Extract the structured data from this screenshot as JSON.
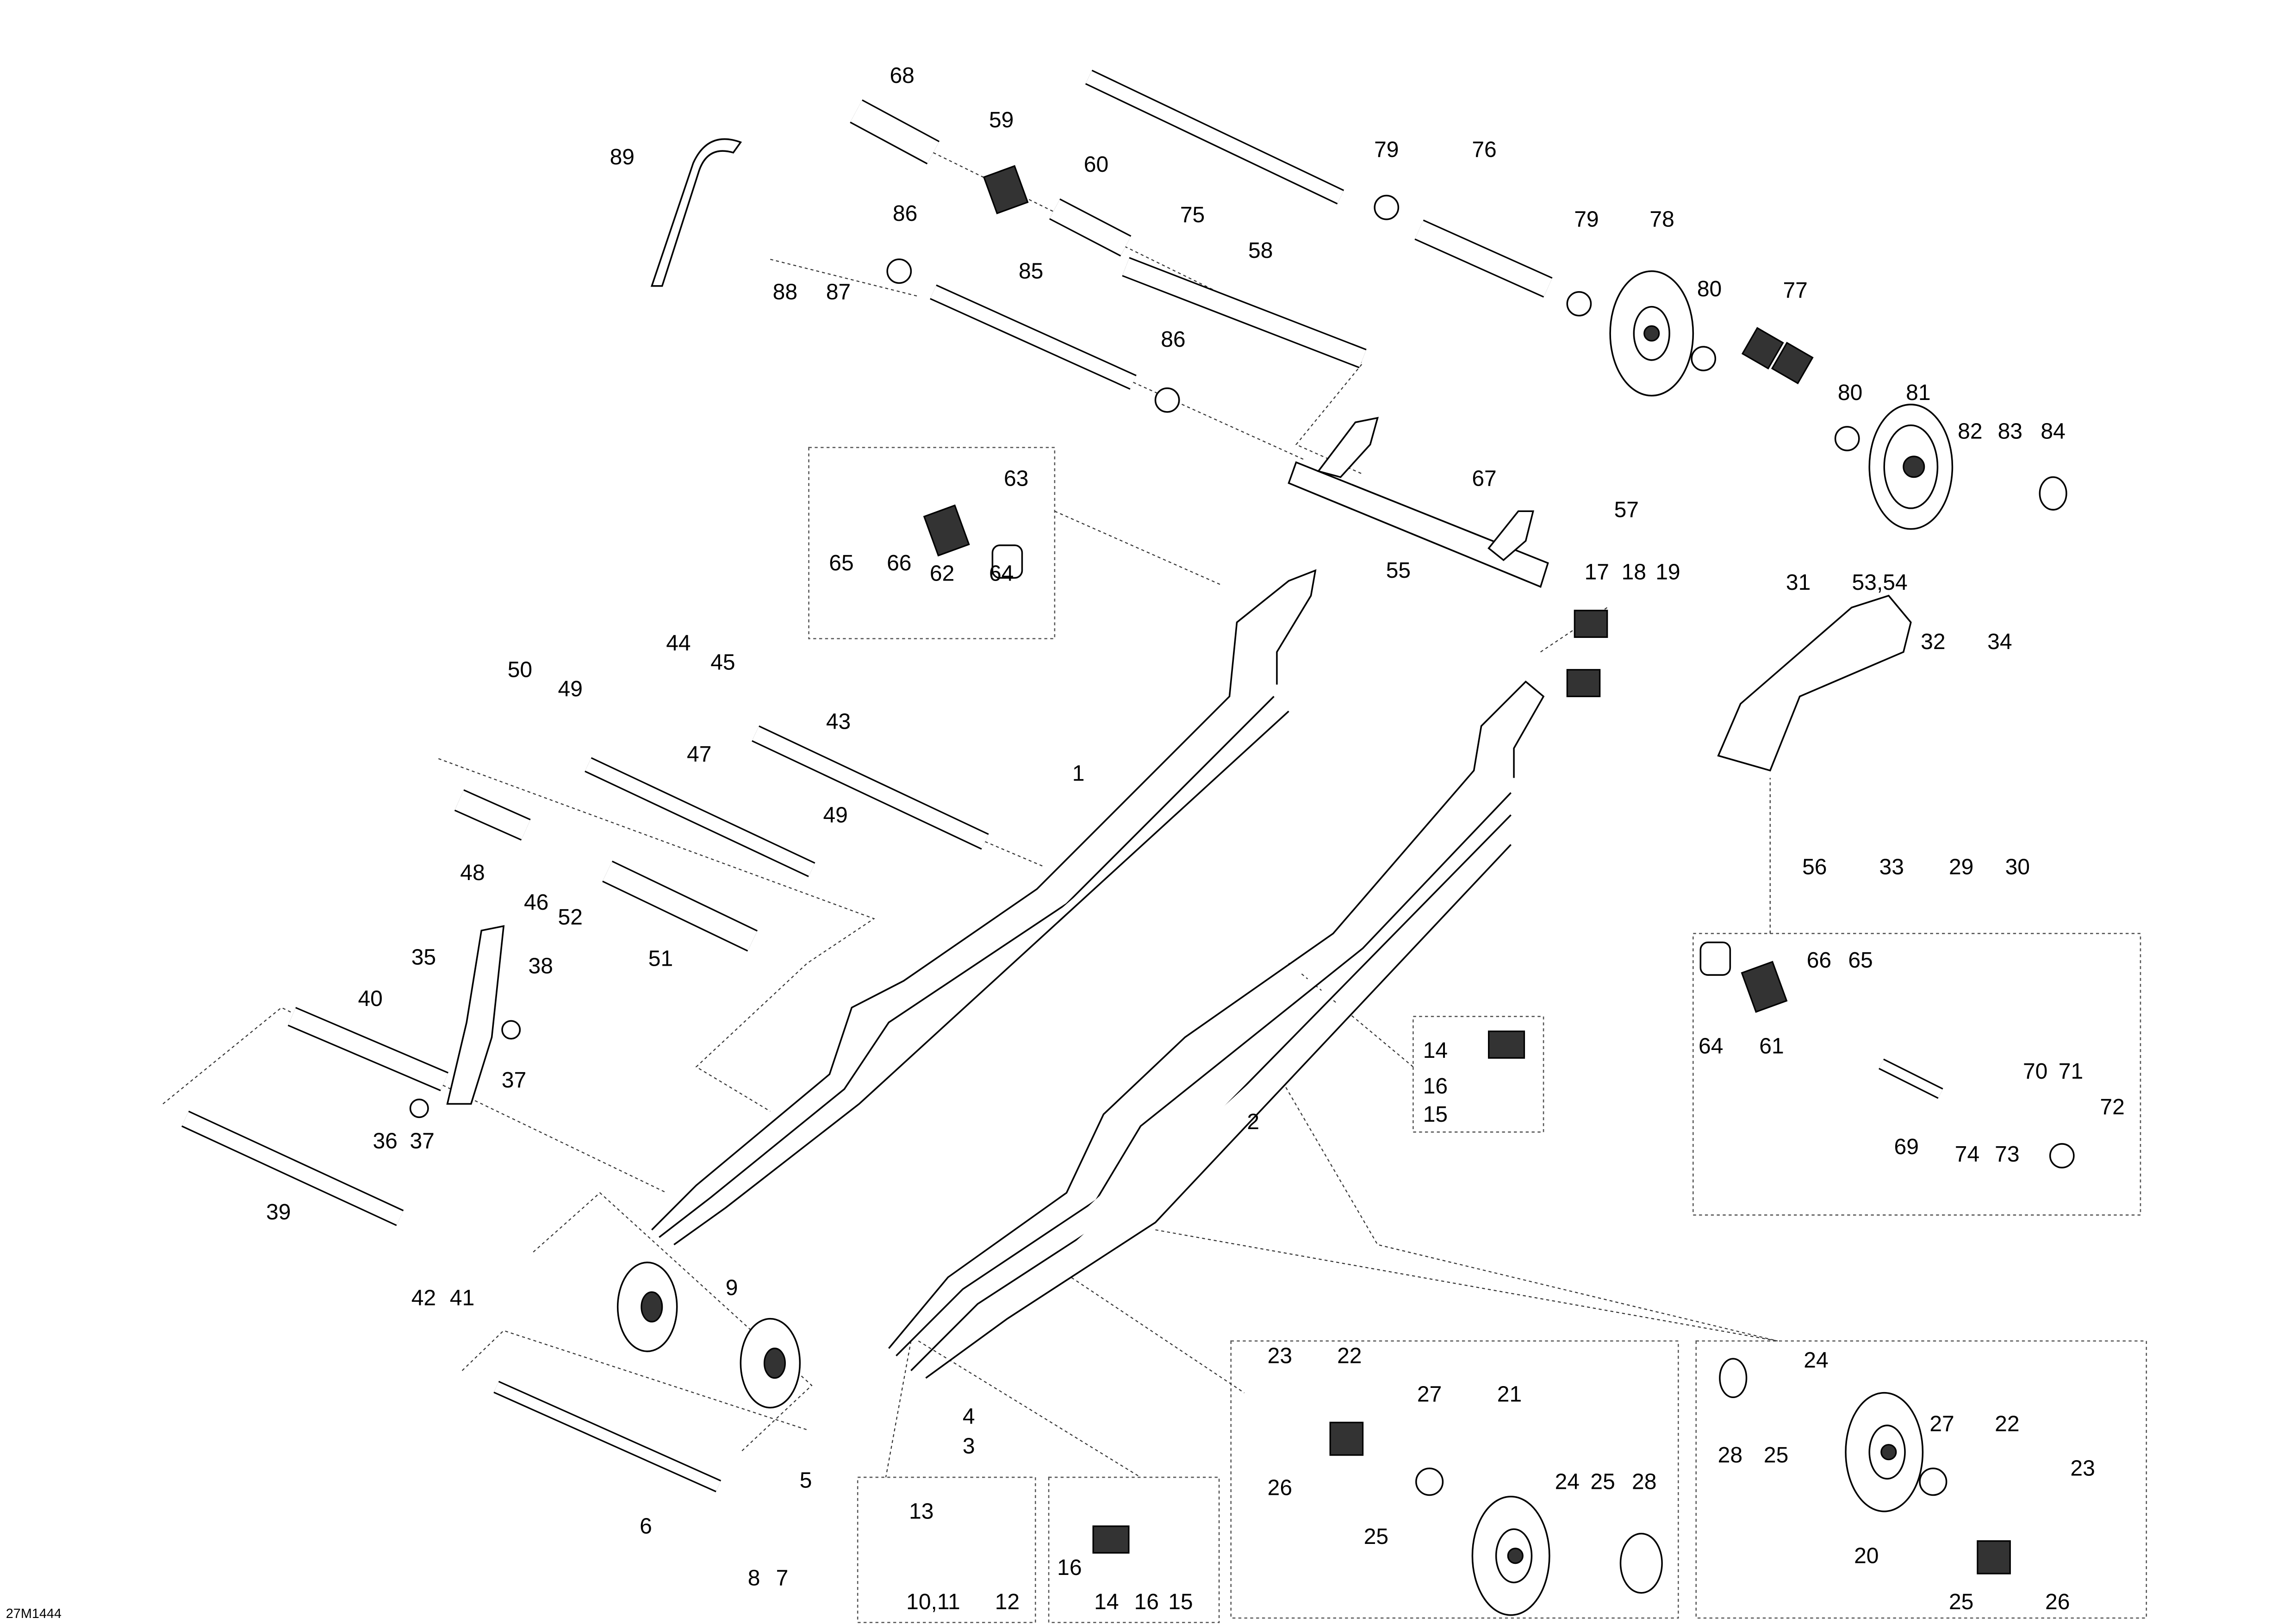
{
  "drawing_code": "27M1444",
  "callouts": [
    "68",
    "59",
    "60",
    "75",
    "79",
    "76",
    "79",
    "78",
    "89",
    "88",
    "87",
    "86",
    "85",
    "58",
    "86",
    "80",
    "77",
    "80",
    "81",
    "82",
    "83",
    "84",
    "63",
    "67",
    "57",
    "65",
    "66",
    "62",
    "64",
    "55",
    "17",
    "18",
    "19",
    "31",
    "53,54",
    "32",
    "34",
    "44",
    "45",
    "50",
    "49",
    "43",
    "1",
    "47",
    "56",
    "33",
    "29",
    "30",
    "49",
    "48",
    "46",
    "52",
    "51",
    "35",
    "38",
    "64",
    "61",
    "66",
    "65",
    "14",
    "16",
    "15",
    "40",
    "37",
    "70",
    "71",
    "72",
    "69",
    "74",
    "73",
    "2",
    "36",
    "37",
    "39",
    "42",
    "41",
    "9",
    "23",
    "22",
    "27",
    "21",
    "24",
    "28",
    "25",
    "27",
    "22",
    "23",
    "26",
    "25",
    "24",
    "25",
    "28",
    "20",
    "25",
    "26",
    "4",
    "3",
    "5",
    "6",
    "13",
    "10,11",
    "12",
    "16",
    "14",
    "16",
    "15",
    "8",
    "7"
  ]
}
